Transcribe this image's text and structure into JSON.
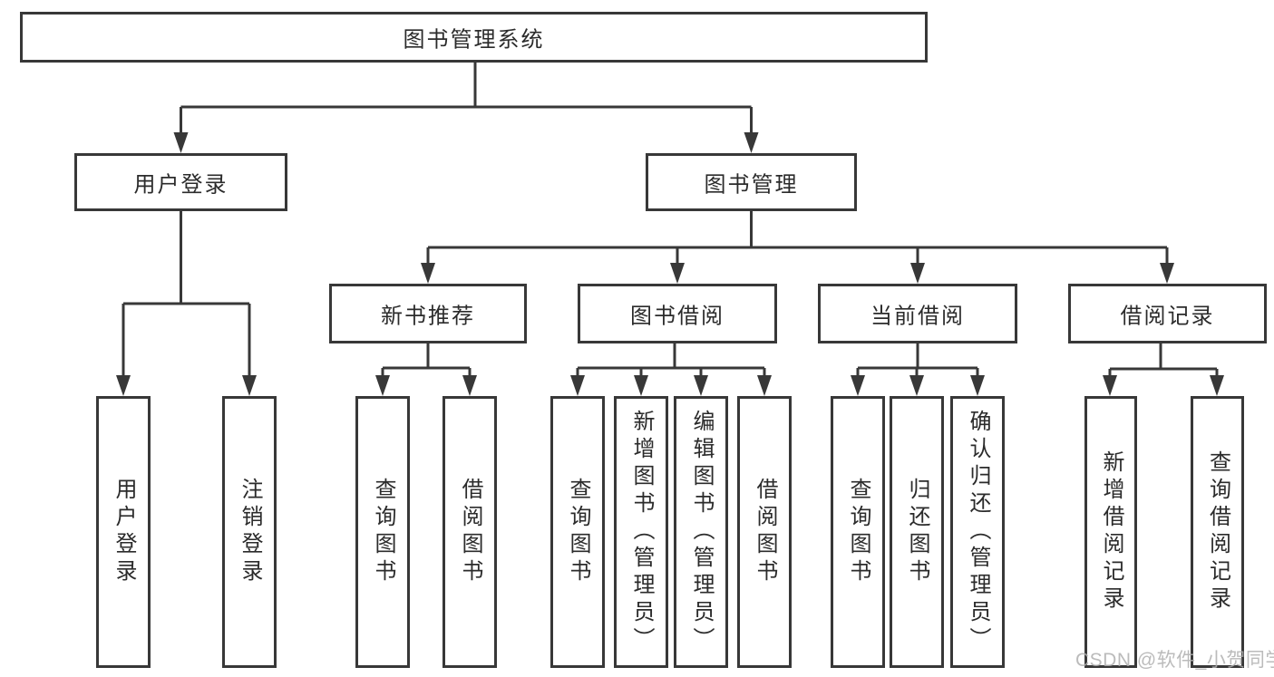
{
  "diagram_title": "图书管理系统",
  "colors": {
    "line": "#383838",
    "text": "#2b2b2b",
    "watermark": "#b0b0b0",
    "background": "#ffffff"
  },
  "watermark": {
    "text": "CSDN @软件_小贺同学"
  },
  "tree": {
    "label": "图书管理系统",
    "children": [
      {
        "label": "用户登录",
        "children": [
          {
            "label": "用户登录"
          },
          {
            "label": "注销登录"
          }
        ]
      },
      {
        "label": "图书管理",
        "children": [
          {
            "label": "新书推荐",
            "children": [
              {
                "label": "查询图书"
              },
              {
                "label": "借阅图书"
              }
            ]
          },
          {
            "label": "图书借阅",
            "children": [
              {
                "label": "查询图书"
              },
              {
                "label": "新增图书（管理员）"
              },
              {
                "label": "编辑图书（管理员）"
              },
              {
                "label": "借阅图书"
              }
            ]
          },
          {
            "label": "当前借阅",
            "children": [
              {
                "label": "查询图书"
              },
              {
                "label": "归还图书"
              },
              {
                "label": "确认归还（管理员）"
              }
            ]
          },
          {
            "label": "借阅记录",
            "children": [
              {
                "label": "新增借阅记录"
              },
              {
                "label": "查询借阅记录"
              }
            ]
          }
        ]
      }
    ]
  }
}
